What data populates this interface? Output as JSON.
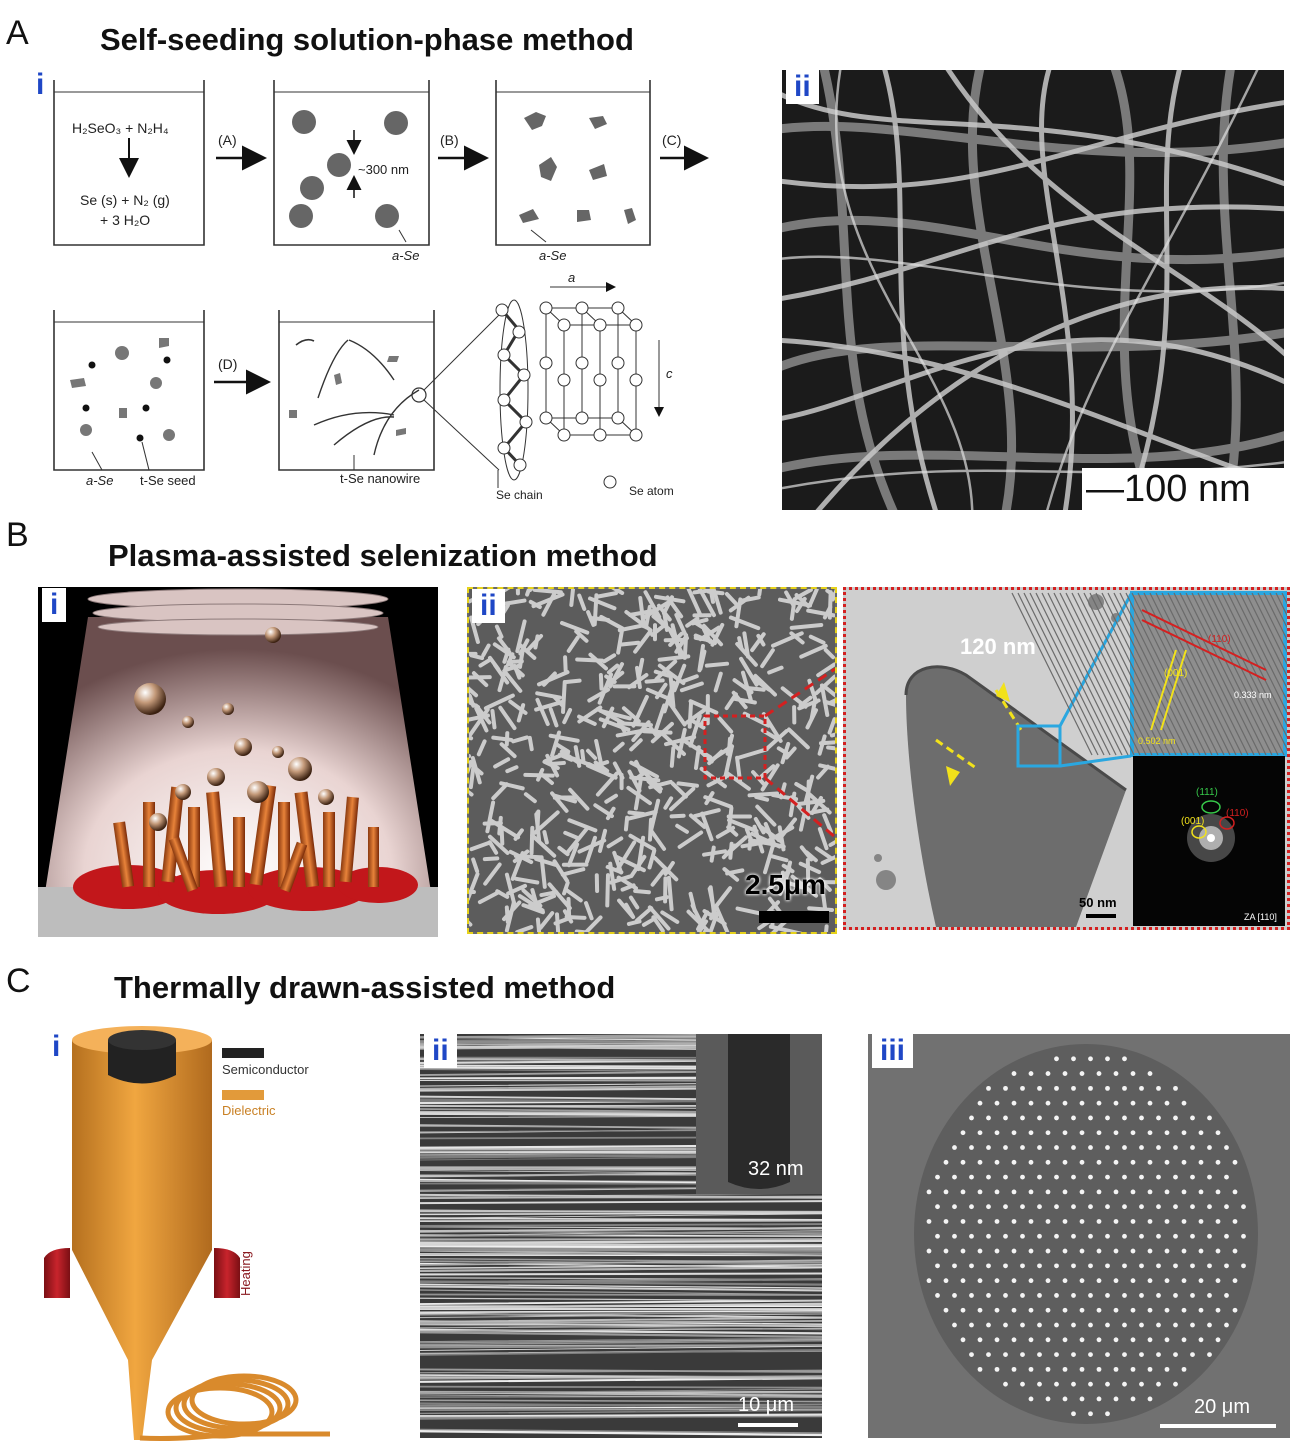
{
  "sections": {
    "a": {
      "letter": "A",
      "title": "Self-seeding solution-phase method"
    },
    "b": {
      "letter": "B",
      "title": "Plasma-assisted selenization method"
    },
    "c": {
      "letter": "C",
      "title": "Thermally drawn-assisted method"
    }
  },
  "panel_tags": {
    "i": "i",
    "ii": "ii",
    "iii": "iii"
  },
  "scheme": {
    "beaker1_line1": "H₂SeO₃ + N₂H₄",
    "beaker1_line2": "Se (s) + N₂ (g)",
    "beaker1_line3": "+ 3 H₂O",
    "step_a": "(A)",
    "step_b": "(B)",
    "step_c": "(C)",
    "step_d": "(D)",
    "size": "~300 nm",
    "a_se": "a-Se",
    "t_se_seed": "t-Se seed",
    "t_se_nanowire": "t-Se nanowire",
    "se_chain": "Se chain",
    "se_atom": "Se atom",
    "lattice_a": "a",
    "lattice_c": "c"
  },
  "scale_bars": {
    "a_ii": "—100 nm",
    "b_ii": "2.5μm",
    "b_tem_width": "120 nm",
    "b_tem": "50 nm",
    "b_hr_d1": "0.502 nm",
    "b_hr_d2": "0.333 nm",
    "b_hr_plane1": "(001)",
    "b_hr_plane2": "(110)",
    "b_fft_111": "(111)",
    "b_fft_110": "(110)",
    "b_fft_001": "(001)",
    "b_fft_za": "ZA [110]",
    "c_ii_inset": "32 nm",
    "c_ii": "10 μm",
    "c_iii": "20 μm"
  },
  "legend": {
    "semiconductor": "Semiconductor",
    "dielectric": "Dielectric",
    "heating": "Heating"
  },
  "colors": {
    "tag_blue": "#1f47c6",
    "dielectric": "#e29a3a",
    "semiconductor": "#222222",
    "heating": "#b5202a",
    "red_dash": "#d42020",
    "cyan_box": "#2aa7e0",
    "yellow_mark": "#f2e21a"
  }
}
